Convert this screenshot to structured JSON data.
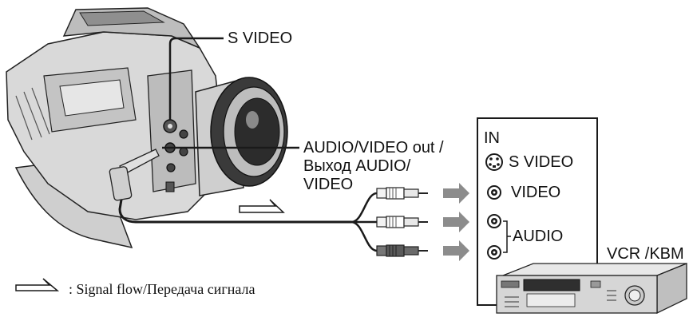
{
  "labels": {
    "s_video_port": "S VIDEO",
    "av_out_line1": "AUDIO/VIDEO out /",
    "av_out_line2": "Выход AUDIO/",
    "av_out_line3": "VIDEO",
    "in_header": "IN",
    "in_s_video": "S VIDEO",
    "in_video": "VIDEO",
    "in_audio": "AUDIO",
    "vcr": "VCR /KBM"
  },
  "legend": {
    "text": ": Signal flow/Передача сигнала"
  },
  "colors": {
    "line": "#1a1a1a",
    "arrow": "#8c8c8c",
    "camera_body": "#d9d9d9",
    "camera_shadow": "#a6a6a6",
    "camera_dark": "#3a3a3a"
  }
}
